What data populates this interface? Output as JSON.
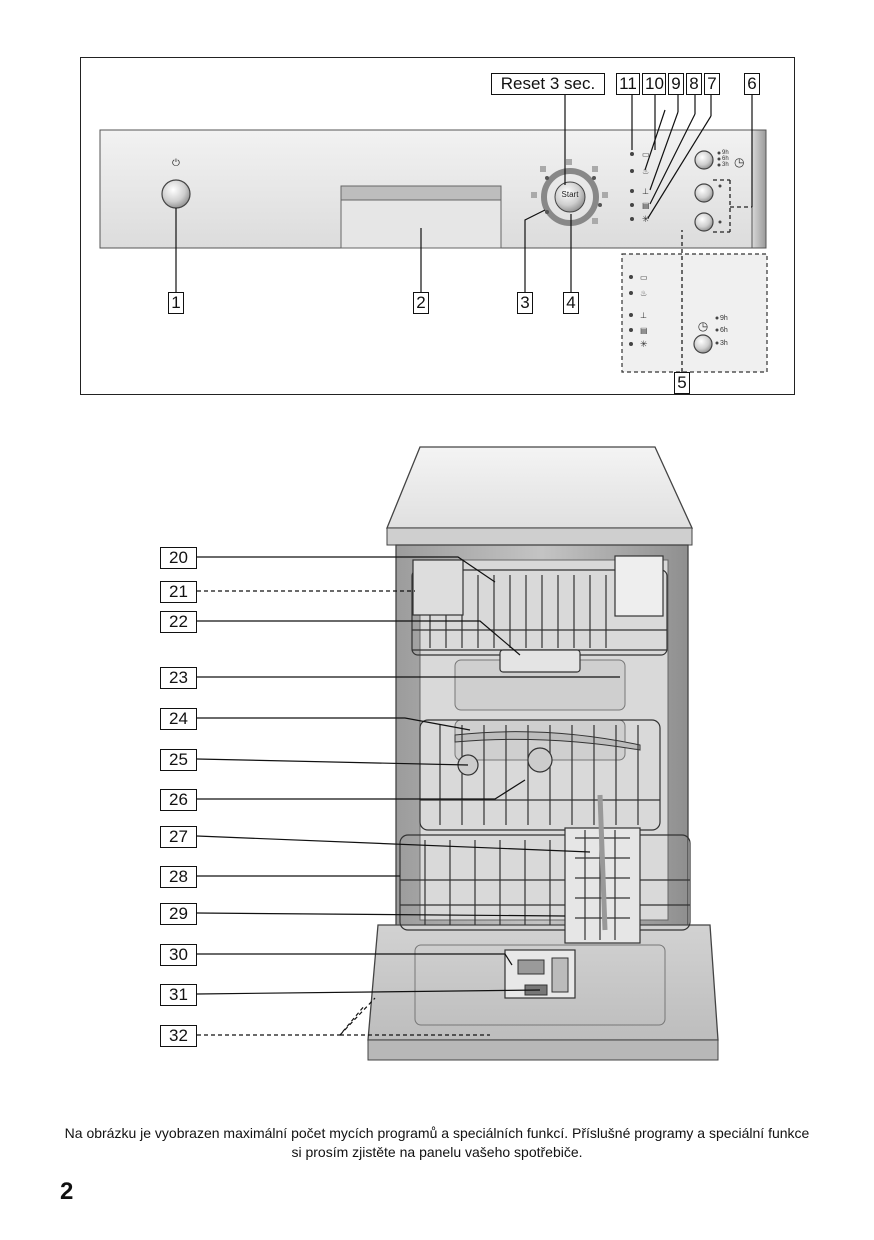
{
  "control_panel": {
    "reset_label": "Reset 3 sec.",
    "start_label": "Start",
    "power_symbol": "⏻",
    "timer_options": [
      "9h",
      "6h",
      "3h"
    ],
    "callouts": [
      "1",
      "2",
      "3",
      "4",
      "5",
      "6",
      "7",
      "8",
      "9",
      "10",
      "11"
    ]
  },
  "dishwasher": {
    "callouts": [
      "20",
      "21",
      "22",
      "23",
      "24",
      "25",
      "26",
      "27",
      "28",
      "29",
      "30",
      "31",
      "32"
    ]
  },
  "caption": "Na obrázku je vyobrazen maximální počet mycích programů a speciálních funkcí. Příslušné programy a speciální funkce si prosím zjistěte na panelu vašeho spotřebiče.",
  "page_number": "2"
}
